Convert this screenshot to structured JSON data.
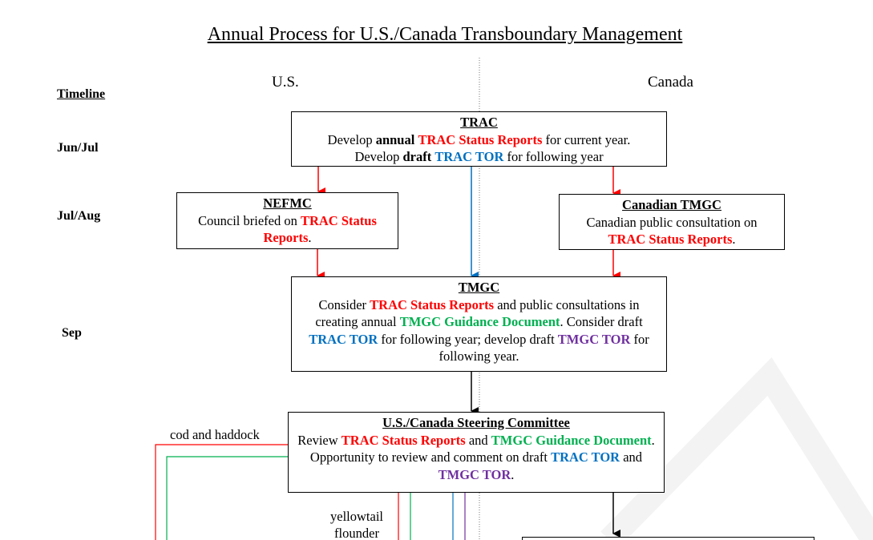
{
  "title": "Annual Process for U.S./Canada Transboundary Management",
  "columns": {
    "us": "U.S.",
    "canada": "Canada"
  },
  "timeline": {
    "label": "Timeline",
    "rows": [
      "Jun/Jul",
      "Jul/Aug",
      "Sep"
    ]
  },
  "colors": {
    "red": "#ff0000",
    "blue": "#0070c0",
    "green": "#00b050",
    "purple": "#7030a0"
  },
  "trac": {
    "heading": "TRAC",
    "l1a": "Develop ",
    "l1b": "annual",
    "l1c": "TRAC Status Reports",
    "l1d": " for current year.",
    "l2a": "Develop ",
    "l2b": "draft",
    "l2c": "TRAC TOR",
    "l2d": " for following year"
  },
  "nefmc": {
    "heading": "NEFMC",
    "t1": "Council briefed on ",
    "t2": "TRAC Status Reports",
    "t3": "."
  },
  "ctmgc": {
    "heading": "Canadian TMGC",
    "t1": "Canadian public consultation on",
    "t2": "TRAC Status Reports",
    "t3": "."
  },
  "tmgc": {
    "heading": "TMGC",
    "t1": "Consider ",
    "t2": "TRAC Status Reports",
    "t3": " and public consultations in creating annual ",
    "t4": "TMGC Guidance Document",
    "t5": ".  Consider draft ",
    "t6": "TRAC TOR",
    "t7": " for following year; develop draft ",
    "t8": "TMGC TOR",
    "t9": " for following year."
  },
  "steering": {
    "heading": "U.S./Canada Steering Committee",
    "t1": "Review ",
    "t2": "TRAC Status Reports",
    "t3": " and ",
    "t4": "TMGC Guidance Document",
    "t5": ".  Opportunity to review and comment on draft ",
    "t6": "TRAC TOR",
    "t7": " and ",
    "t8": "TMGC TOR",
    "t9": "."
  },
  "labels": {
    "cod": "cod and haddock",
    "yellowtail": "yellowtail flounder"
  }
}
